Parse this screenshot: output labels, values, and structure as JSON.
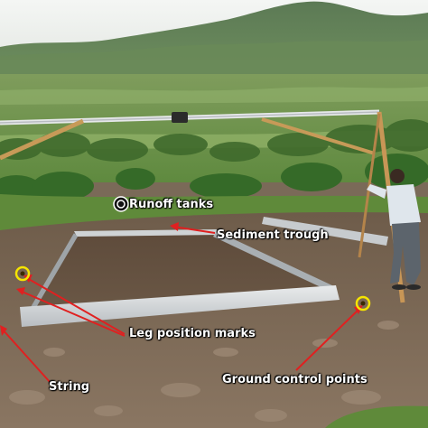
{
  "annotations": {
    "runoff_tanks": "Runoff tanks",
    "sediment_trough": "Sediment trough",
    "leg_position_marks": "Leg position marks",
    "string": "String",
    "ground_control_points": "Ground control points"
  },
  "colors": {
    "arrow": "#e02020",
    "marker_ring": "#f5e400",
    "label_text": "#ffffff"
  }
}
